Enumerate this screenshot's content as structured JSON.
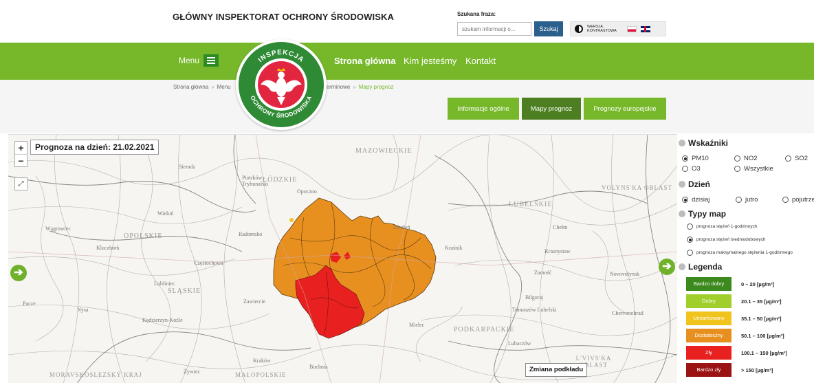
{
  "header": {
    "site_title": "GŁÓWNY INSPEKTORAT OCHRONY ŚRODOWISKA",
    "search_label": "Szukana fraza:",
    "search_placeholder": "szukam informacji o...",
    "search_button": "Szukaj",
    "contrast_label": "WERSJA KONTRASTOWA",
    "icons": [
      "contrast-icon",
      "flag-pl-icon",
      "flag-uk-icon"
    ]
  },
  "nav": {
    "menu_label": "Menu",
    "links": [
      "Strona główna",
      "Kim jesteśmy",
      "Kontakt"
    ],
    "logo_top_text": "INSPEKCJA",
    "logo_bottom_text": "OCHRONY ŚRODOWISKA"
  },
  "breadcrumb": [
    "Strona główna",
    "Menu",
    "krótkoterminowe",
    "Mapy prognoz"
  ],
  "tabs": [
    "Informacje ogólne",
    "Mapy prognoz",
    "Prognozy europejskie"
  ],
  "map": {
    "forecast_label": "Prognoza na dzień: 21.02.2021",
    "zoom_in": "+",
    "zoom_out": "−",
    "basemap_button": "Zmiana podkładu",
    "place_labels": [
      "ŁÓDZKIE",
      "LUBELSKIE",
      "OPOLSKIE",
      "ŚLĄSKIE",
      "PODKARPACKIE",
      "MAZOWIECKIE",
      "Opoczno",
      "Radomsko",
      "Kraśnik",
      "Zamość",
      "Mielec",
      "Zawiercie",
      "Lubliniec",
      "Kluczbork",
      "Nysa",
      "Kraków",
      "Bochnia",
      "Chełm",
      "Krasnystaw",
      "Zwoleń",
      "Lubaczów",
      "Częstochowa",
      "Bilgoraj",
      "VOLYNS'KA OBLAST",
      "L'VIVS'KA OBLAST",
      "Pacze",
      "Kędzierzyn-Koźle",
      "Tomaszów Lubelski",
      "Wieluń",
      "Wągrowiec",
      "Piotrków Trybunalski",
      "Novovolynsk",
      "Chervonohrad",
      "Sieradz",
      "Żywiec",
      "MORAVSKOSLEZSKÝ KRAJ",
      "MAŁOPOLSKIE"
    ],
    "zones": [
      {
        "level": "Dostateczny",
        "color": "#e8901f"
      },
      {
        "level": "Zły",
        "color": "#e82020"
      }
    ],
    "colors": {
      "moderate_fill": "#e8901f",
      "bad_fill": "#e82020",
      "accent_green": "#76b82a"
    }
  },
  "panel": {
    "indicators_title": "Wskaźniki",
    "indicators": [
      {
        "label": "PM10",
        "selected": true
      },
      {
        "label": "NO2",
        "selected": false
      },
      {
        "label": "SO2",
        "selected": false
      },
      {
        "label": "O3",
        "selected": false
      },
      {
        "label": "Wszystkie",
        "selected": false
      }
    ],
    "day_title": "Dzień",
    "days": [
      {
        "label": "dzisiaj",
        "selected": true
      },
      {
        "label": "jutro",
        "selected": false
      },
      {
        "label": "pojutrze",
        "selected": false
      }
    ],
    "map_types_title": "Typy map",
    "map_types": [
      {
        "label": "prognoza stężeń 1-godzinnych",
        "selected": false
      },
      {
        "label": "prognoza stężeń średniodobowych",
        "selected": true
      },
      {
        "label": "prognoza maksymalnego stężenia 1-godzinnego",
        "selected": false
      }
    ],
    "legend_title": "Legenda",
    "legend": [
      {
        "label": "Bardzo dobry",
        "range": "0 – 20 [µg/m³]",
        "color": "#3c8a1e"
      },
      {
        "label": "Dobry",
        "range": "20.1 – 35 [µg/m³]",
        "color": "#a0cf2c"
      },
      {
        "label": "Umiarkowany",
        "range": "35.1 – 50 [µg/m³]",
        "color": "#f0c41c"
      },
      {
        "label": "Dostateczny",
        "range": "50.1 – 100 [µg/m³]",
        "color": "#e8901f"
      },
      {
        "label": "Zły",
        "range": "100.1 – 150 [µg/m³]",
        "color": "#e82020"
      },
      {
        "label": "Bardzo zły",
        "range": "> 150 [µg/m³]",
        "color": "#9b1313"
      }
    ]
  }
}
